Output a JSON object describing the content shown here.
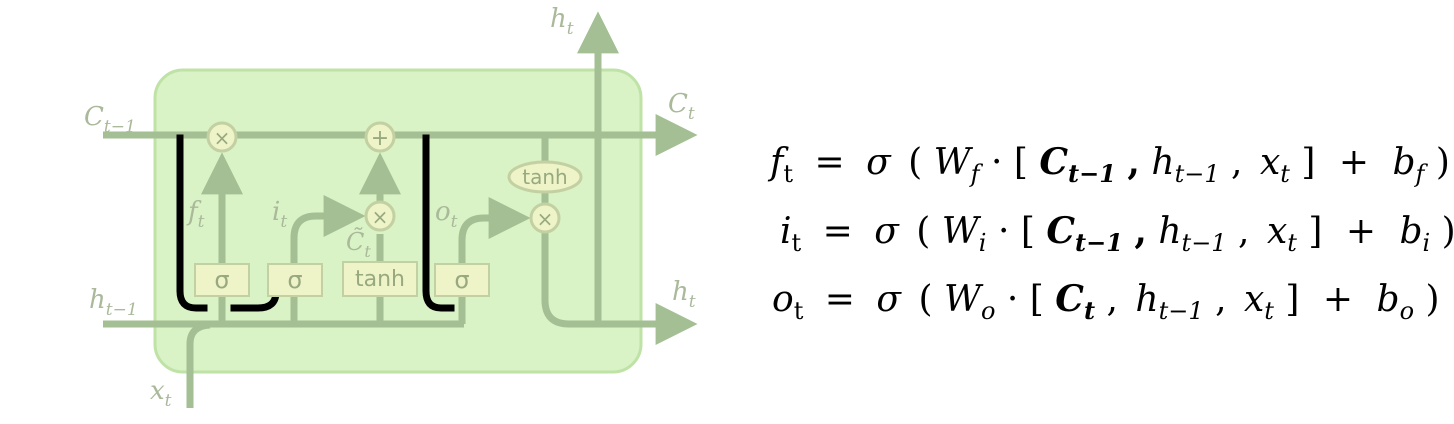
{
  "colors": {
    "background": "#ffffff",
    "cell_fill": "#d9f2c6",
    "cell_stroke": "#bfe3a6",
    "faded_line": "#a3bf93",
    "faded_text": "#a9b99a",
    "gate_fill": "#eef3c8",
    "gate_stroke": "#c2d0a2",
    "gate_text": "#98a980",
    "peephole": "#000000",
    "equation_text": "#000000"
  },
  "diagram": {
    "labels": {
      "c_prev": {
        "base": "C",
        "sub": "t−1"
      },
      "c_out": {
        "base": "C",
        "sub": "t"
      },
      "h_prev": {
        "base": "h",
        "sub": "t−1"
      },
      "h_out_right": {
        "base": "h",
        "sub": "t"
      },
      "h_out_top": {
        "base": "h",
        "sub": "t"
      },
      "x_in": {
        "base": "x",
        "sub": "t"
      },
      "f_gate": {
        "base": "f",
        "sub": "t"
      },
      "i_gate": {
        "base": "i",
        "sub": "t"
      },
      "o_gate": {
        "base": "o",
        "sub": "t"
      },
      "c_tilde": {
        "base": "C̃",
        "sub": "t"
      }
    },
    "gates": {
      "sigma_forget": "σ",
      "sigma_input": "σ",
      "tanh_candidate": "tanh",
      "sigma_output": "σ",
      "tanh_cell": "tanh"
    },
    "ops": {
      "mult_forget": "×",
      "add_cell": "+",
      "mult_input": "×",
      "mult_output": "×"
    }
  },
  "equations": [
    {
      "lhs": {
        "base": "f",
        "sub": "t"
      },
      "w": {
        "base": "W",
        "sub": "f"
      },
      "cell": {
        "base": "C",
        "sub": "t−1"
      },
      "h": {
        "base": "h",
        "sub": "t−1"
      },
      "x": {
        "base": "x",
        "sub": "t"
      },
      "b": {
        "base": "b",
        "sub": "f"
      }
    },
    {
      "lhs": {
        "base": "i",
        "sub": "t"
      },
      "w": {
        "base": "W",
        "sub": "i"
      },
      "cell": {
        "base": "C",
        "sub": "t−1"
      },
      "h": {
        "base": "h",
        "sub": "t−1"
      },
      "x": {
        "base": "x",
        "sub": "t"
      },
      "b": {
        "base": "b",
        "sub": "i"
      }
    },
    {
      "lhs": {
        "base": "o",
        "sub": "t"
      },
      "w": {
        "base": "W",
        "sub": "o"
      },
      "cell": {
        "base": "C",
        "sub": "t"
      },
      "h": {
        "base": "h",
        "sub": "t−1"
      },
      "x": {
        "base": "x",
        "sub": "t"
      },
      "b": {
        "base": "b",
        "sub": "o"
      }
    }
  ],
  "symbols": {
    "equals": "=",
    "sigma": "σ",
    "open_paren": "(",
    "close_paren": ")",
    "dot": "·",
    "open_bracket": "[",
    "close_bracket": "]",
    "comma": ",",
    "plus": "+"
  }
}
